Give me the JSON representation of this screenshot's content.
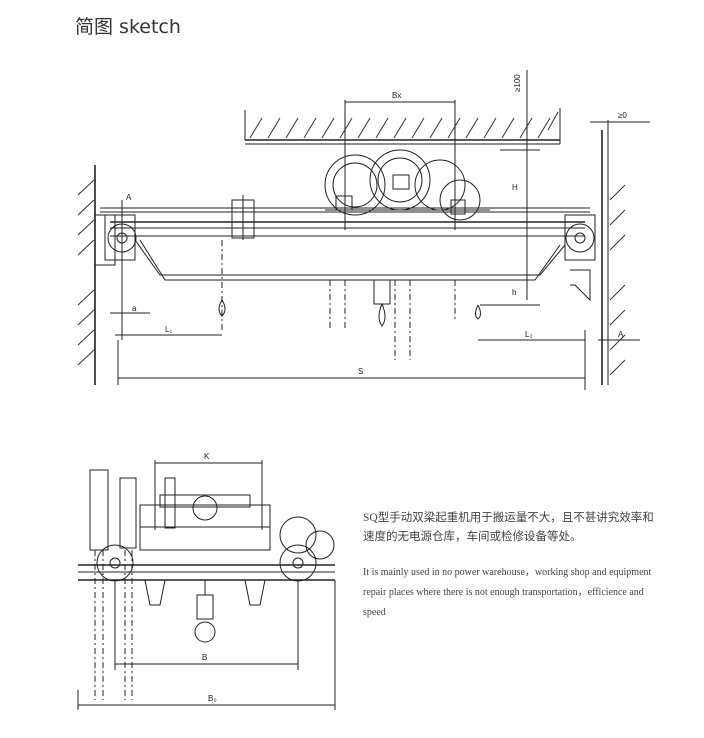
{
  "page": {
    "title": "简图 sketch"
  },
  "top_drawing": {
    "labels": {
      "bx": "Bx",
      "gap_top": "≥100",
      "gap_side": "≥0",
      "H": "H",
      "h": "h",
      "A_left": "A",
      "A_right": "A",
      "a": "a",
      "L1": "L₁",
      "L2": "L₂",
      "S": "S"
    }
  },
  "bottom_drawing": {
    "labels": {
      "K": "K",
      "B": "B",
      "B0": "B₀"
    }
  },
  "description": {
    "chinese": "SQ型手动双梁起重机用于搬运量不大，且不甚讲究效率和速度的无电源仓库，车间或检修设备等处。",
    "english": "It is mainly used in no power warehouse，working shop and equipment repair places where there is not enough transportation，efficience and speed"
  }
}
